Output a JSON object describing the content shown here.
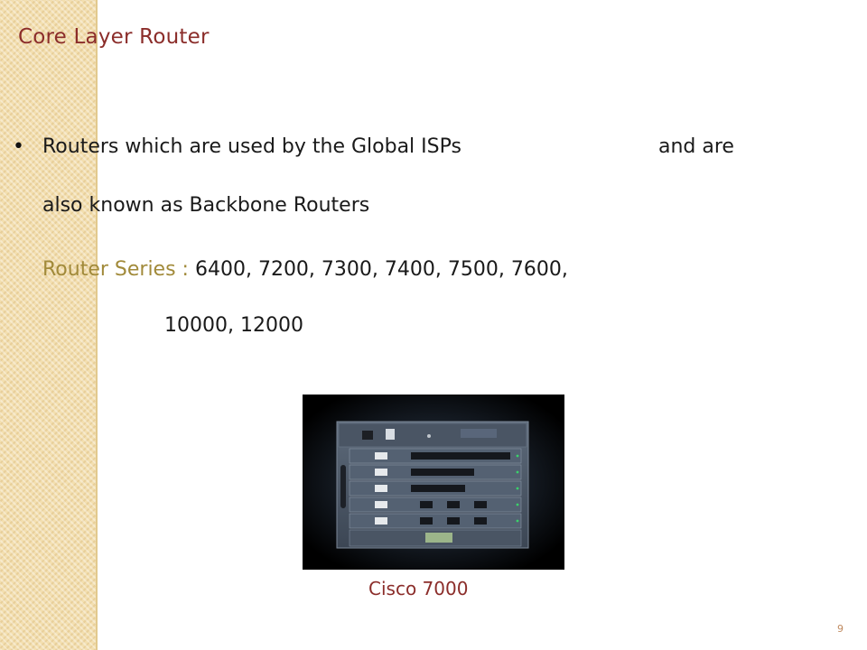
{
  "slide": {
    "title": "Core Layer Router",
    "bullet_part1": "Routers which are used by the Global ISPs",
    "bullet_part2": "and are",
    "bullet_line2": "also known as Backbone Routers",
    "series_label": "Router Series :",
    "series_values": "6400, 7200, 7300, 7400, 7500, 7600,",
    "series_values_cont": "10000, 12000",
    "image_caption": "Cisco 7000",
    "page_number": "9"
  },
  "colors": {
    "title": "#8b2d2a",
    "series_label": "#a18a3a",
    "side_band": "#f3dfb0"
  }
}
